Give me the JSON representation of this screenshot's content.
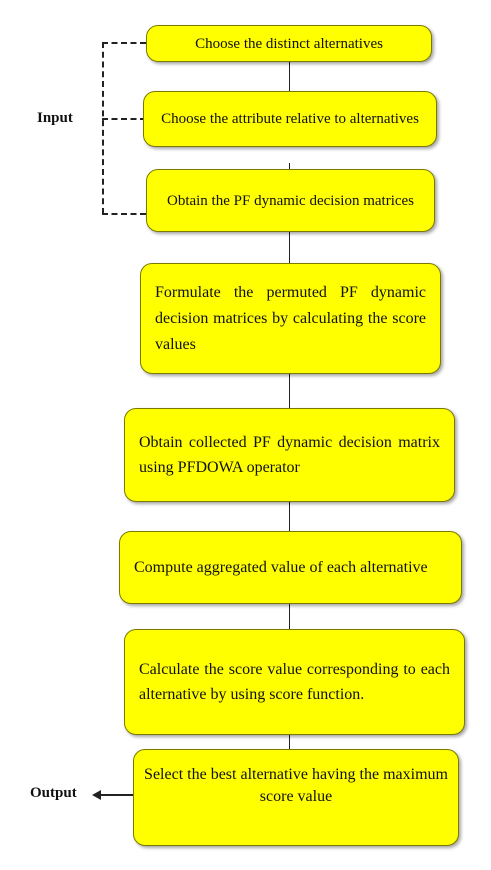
{
  "input_label": "Input",
  "output_label": "Output",
  "steps": [
    "Choose the distinct alternatives",
    "Choose the attribute relative to alternatives",
    "Obtain the PF dynamic decision matrices",
    "Formulate the permuted PF dynamic decision matrices by calculating the score values",
    "Obtain collected PF dynamic decision matrix using PFDOWA operator",
    "Compute aggregated value of each alternative",
    "Calculate the score value corresponding to each alternative by using score function.",
    "Select the best alternative having the maximum score value"
  ],
  "colors": {
    "box_fill": "#ffff00",
    "line": "#222222"
  }
}
